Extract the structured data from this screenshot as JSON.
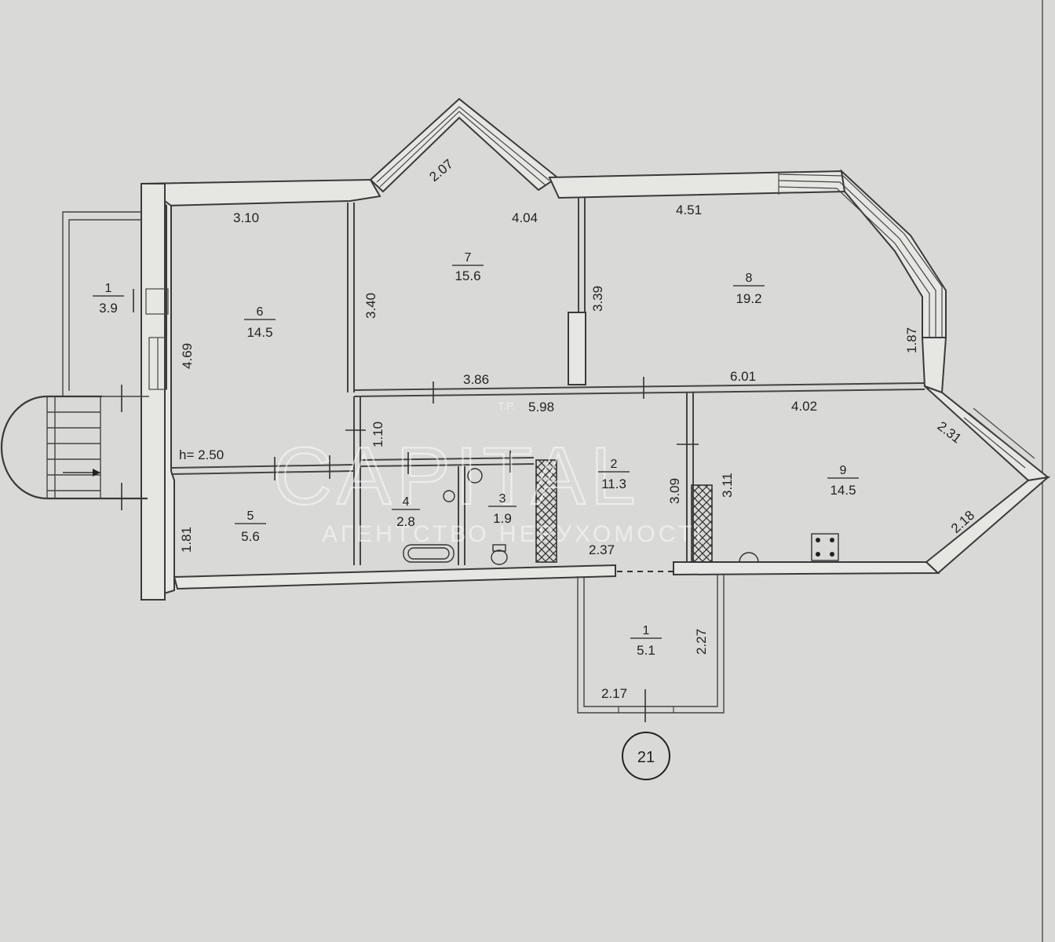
{
  "rooms": [
    {
      "id": "balcony-left",
      "num": "1",
      "area": "3.9"
    },
    {
      "id": "room-6",
      "num": "6",
      "area": "14.5"
    },
    {
      "id": "room-7",
      "num": "7",
      "area": "15.6"
    },
    {
      "id": "room-8",
      "num": "8",
      "area": "19.2"
    },
    {
      "id": "room-2",
      "num": "2",
      "area": "11.3"
    },
    {
      "id": "room-9",
      "num": "9",
      "area": "14.5"
    },
    {
      "id": "room-5",
      "num": "5",
      "area": "5.6"
    },
    {
      "id": "room-4",
      "num": "4",
      "area": "2.8"
    },
    {
      "id": "room-3",
      "num": "3",
      "area": "1.9"
    },
    {
      "id": "balcony-bottom",
      "num": "1",
      "area": "5.1"
    }
  ],
  "dimensions": {
    "d_3_10": "3.10",
    "d_2_07": "2.07",
    "d_4_04": "4.04",
    "d_4_51": "4.51",
    "d_4_69": "4.69",
    "d_3_40": "3.40",
    "d_3_39": "3.39",
    "d_1_87": "1.87",
    "d_3_86": "3.86",
    "d_6_01": "6.01",
    "d_5_98": "5.98",
    "d_4_02": "4.02",
    "d_2_31": "2.31",
    "d_1_10": "1.10",
    "d_h_2_50": "h= 2.50",
    "d_3_09": "3.09",
    "d_3_11": "3.11",
    "d_2_18": "2.18",
    "d_1_81": "1.81",
    "d_2_37": "2.37",
    "d_2_27": "2.27",
    "d_2_17": "2.17"
  },
  "unit_number": "21",
  "watermark": {
    "tp": "T.P.",
    "brand": "CAPITAL",
    "tagline": "АГЕНТСТВО НЕРУХОМОСТІ"
  }
}
